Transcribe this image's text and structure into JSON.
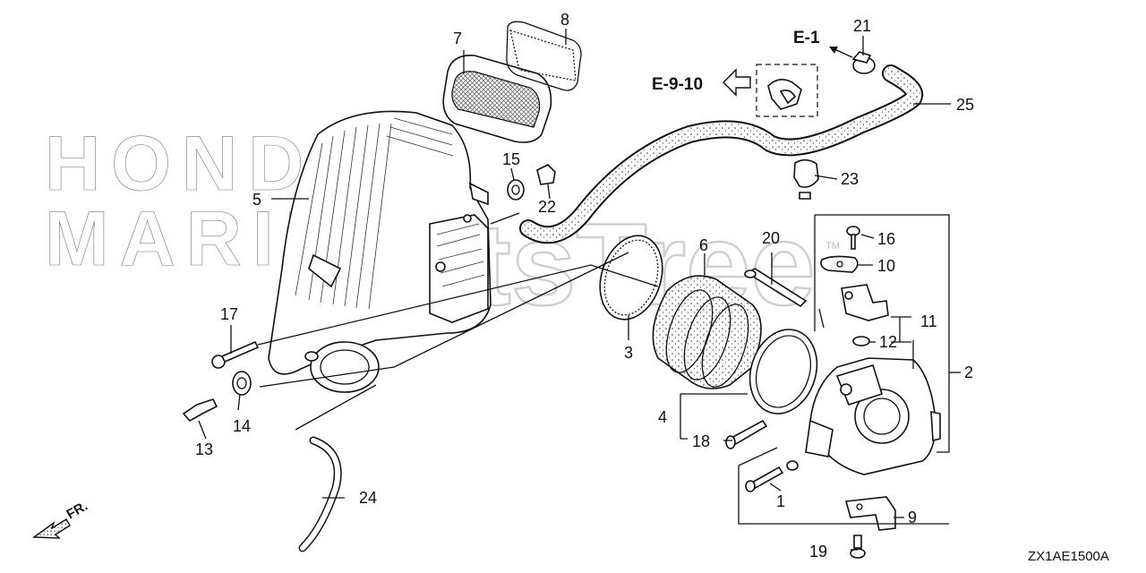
{
  "watermark": {
    "brand_line1": "HONDA",
    "brand_line2": "MARINE",
    "site": "PartsTree",
    "trademark": "TM"
  },
  "diagram_code": "ZX1AE1500A",
  "direction_label": "FR.",
  "references": {
    "e1": "E-1",
    "e910": "E-9-10"
  },
  "callouts": {
    "c1": "1",
    "c2": "2",
    "c3": "3",
    "c4": "4",
    "c5": "5",
    "c6": "6",
    "c7": "7",
    "c8": "8",
    "c9": "9",
    "c10": "10",
    "c11": "11",
    "c12": "12",
    "c13": "13",
    "c14": "14",
    "c15": "15",
    "c16": "16",
    "c17": "17",
    "c18": "18",
    "c19": "19",
    "c20": "20",
    "c21": "21",
    "c22": "22",
    "c23": "23",
    "c24": "24",
    "c25": "25"
  },
  "colors": {
    "line": "#111111",
    "watermark_dots": "#9a9a9a",
    "watermark_site": "#d8d8d8"
  }
}
